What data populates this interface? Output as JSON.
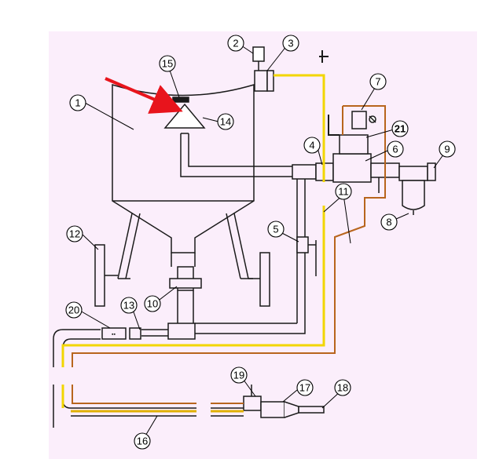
{
  "callouts": [
    "1",
    "2",
    "3",
    "4",
    "5",
    "6",
    "7",
    "21",
    "9",
    "8",
    "11",
    "12",
    "10",
    "13",
    "14",
    "15",
    "16",
    "17",
    "18",
    "19",
    "20"
  ],
  "colors": {
    "background": "#fbeefb",
    "line": "#1a1a1a",
    "air_line": "#f2d600",
    "control_line": "#b8651d",
    "arrow": "#e8141c"
  }
}
